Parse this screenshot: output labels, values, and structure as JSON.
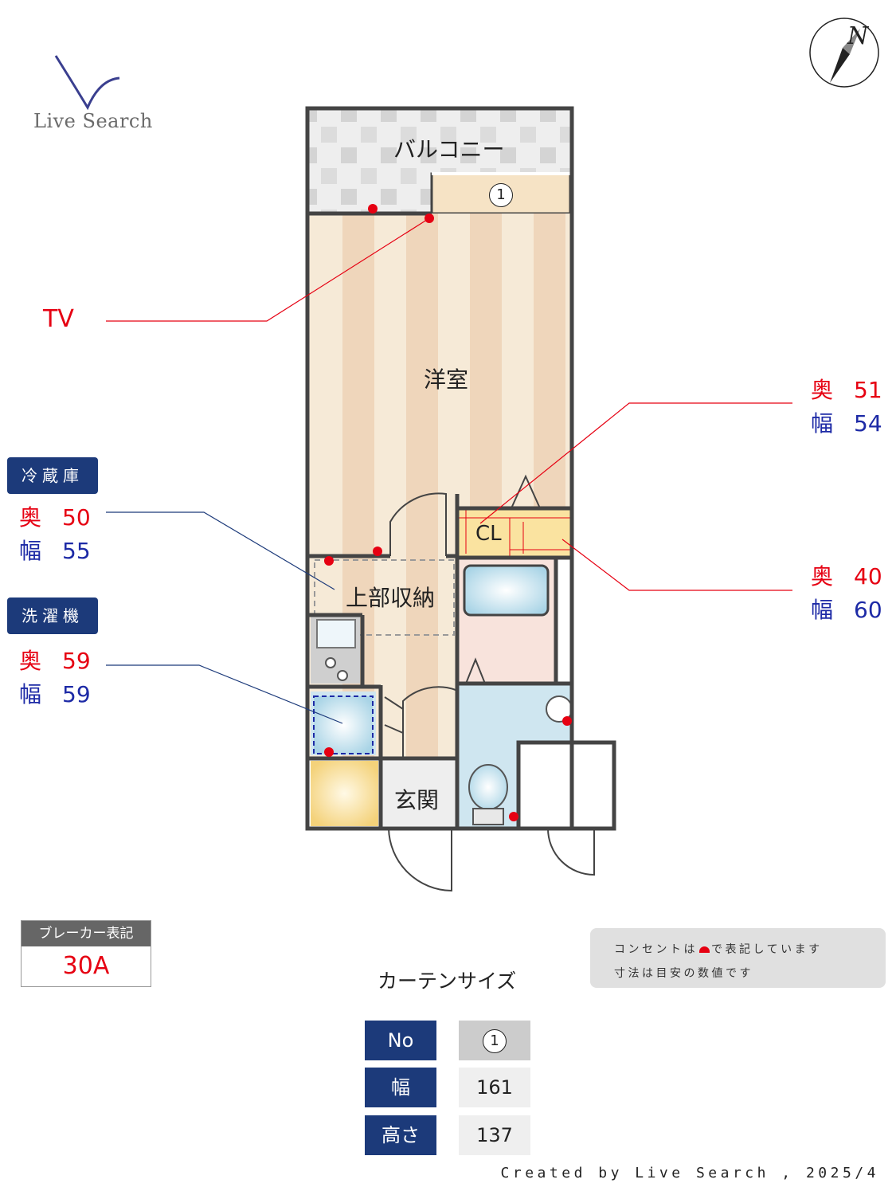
{
  "logo": {
    "text": "Live Search"
  },
  "rooms": {
    "balcony": "バルコニー",
    "western_room": "洋室",
    "upper_storage": "上部収納",
    "closet": "CL",
    "entrance": "玄関"
  },
  "window_marker": "1",
  "tv_label": "TV",
  "closet_upper": {
    "depth_label": "奥",
    "depth_value": "51",
    "width_label": "幅",
    "width_value": "54"
  },
  "closet_lower": {
    "depth_label": "奥",
    "depth_value": "40",
    "width_label": "幅",
    "width_value": "60"
  },
  "fridge": {
    "title": "冷蔵庫",
    "depth_label": "奥",
    "depth_value": "50",
    "width_label": "幅",
    "width_value": "55"
  },
  "washer": {
    "title": "洗濯機",
    "depth_label": "奥",
    "depth_value": "59",
    "width_label": "幅",
    "width_value": "59"
  },
  "breaker": {
    "title": "ブレーカー表記",
    "value": "30A"
  },
  "note": {
    "line1_before": "コンセントは",
    "line1_after": "で表記しています",
    "line2": "寸法は目安の数値です"
  },
  "curtain": {
    "title": "カーテンサイズ",
    "rows": [
      {
        "label": "No",
        "value": "1"
      },
      {
        "label": "幅",
        "value": "161"
      },
      {
        "label": "高さ",
        "value": "137"
      }
    ]
  },
  "credit": "Created by Live Search , 2025/4",
  "colors": {
    "wall": "#444444",
    "floor_light": "#f6ead7",
    "floor_stripe": "#efd6bb",
    "accent_red": "#e60012",
    "accent_blue": "#1d2aa6",
    "navy": "#1c3a7a",
    "bath_blue": "#cfe6f0",
    "closet_yellow": "#fae3a0"
  }
}
